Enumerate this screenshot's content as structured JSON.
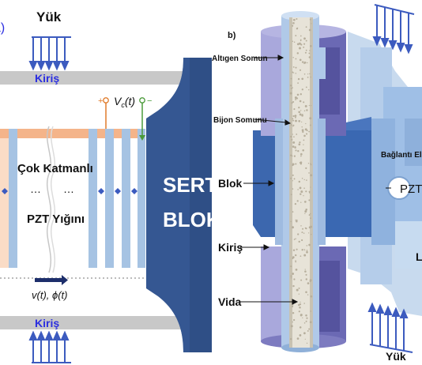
{
  "panel_a": {
    "load_top": "Yük",
    "beam_top": "Kiriş",
    "beam_bottom": "Kiriş",
    "stack_line1": "Çok Katmanlı",
    "stack_line2": "PZT Yığını",
    "dots": "…",
    "voltage_label": "V",
    "voltage_sub": "c",
    "voltage_arg": "(t)",
    "flow_label": "v(t), ϕ(t)",
    "block_line1": "SERT",
    "block_line2": "BLOK",
    "plus_sign": "+",
    "minus_sign": "−",
    "partial_label": "a)"
  },
  "panel_b": {
    "panel_label": "b)",
    "label_hex_nut": "Altıgen Somun",
    "label_bolt_nut": "Bijon Somunu",
    "label_block": "Blok",
    "label_beam": "Kiriş",
    "label_screw": "Vida",
    "label_connection": "Bağlantı El",
    "label_pzt": "PZT",
    "label_partial_l": "L",
    "label_load": "Yük"
  },
  "colors": {
    "beam_gray": "#c8c8c8",
    "pzt_orange": "#f7c9a8",
    "pzt_blue": "#a6c3e3",
    "block_navy": "#2f4f86",
    "text_blue": "#2b2ee0",
    "arrow_blue": "#3c5bbf",
    "nut_purple": "#7f7fc4",
    "part_lightblue": "#a9c6e8"
  }
}
